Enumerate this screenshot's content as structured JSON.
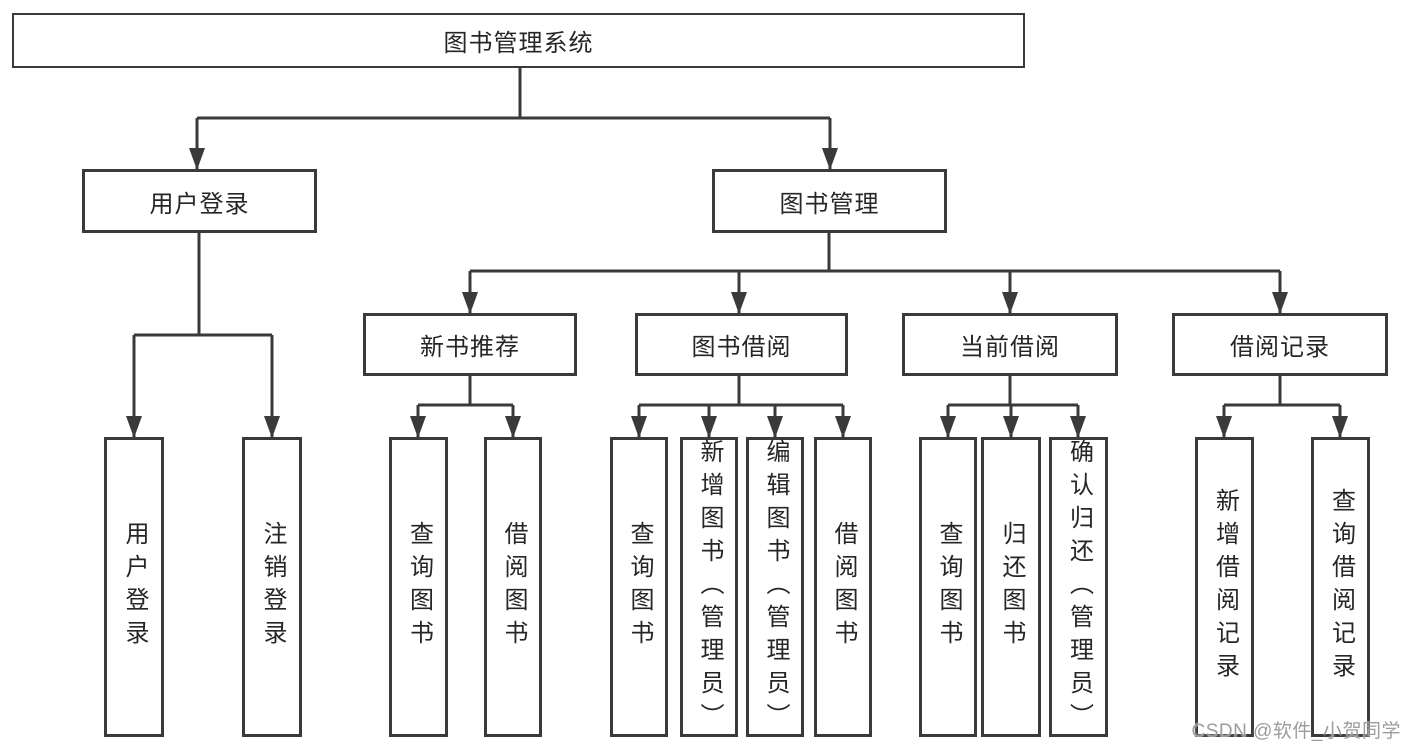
{
  "colors": {
    "background": "#ffffff",
    "line": "#3a3a3a",
    "box_border": "#3a3a3a",
    "text": "#262626",
    "watermark": "#9c9c9c"
  },
  "diagram": {
    "root": {
      "label": "图书管理系统"
    },
    "level2": [
      {
        "label": "用户登录"
      },
      {
        "label": "图书管理"
      }
    ],
    "level3": [
      {
        "label": "新书推荐"
      },
      {
        "label": "图书借阅"
      },
      {
        "label": "当前借阅"
      },
      {
        "label": "借阅记录"
      }
    ],
    "level4": [
      {
        "label": "用户登录"
      },
      {
        "label": "注销登录"
      },
      {
        "label": "查询图书"
      },
      {
        "label": "借阅图书"
      },
      {
        "label": "查询图书"
      },
      {
        "label": "新增图书（管理员）"
      },
      {
        "label": "编辑图书（管理员）"
      },
      {
        "label": "借阅图书"
      },
      {
        "label": "查询图书"
      },
      {
        "label": "归还图书"
      },
      {
        "label": "确认归还（管理员）"
      },
      {
        "label": "新增借阅记录"
      },
      {
        "label": "查询借阅记录"
      }
    ]
  },
  "watermark": {
    "text": "CSDN @软件_小贺同学"
  }
}
